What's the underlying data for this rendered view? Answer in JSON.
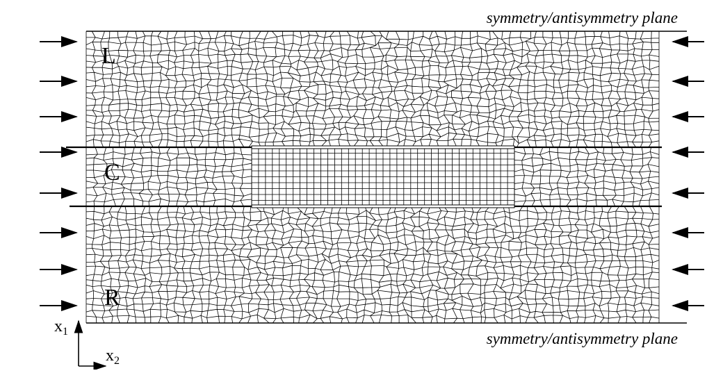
{
  "figure": {
    "plane_label_top": "symmetry/antisymmetry plane",
    "plane_label_bottom": "symmetry/antisymmetry plane",
    "layers": {
      "top": "L",
      "center": "C",
      "bottom": "R"
    },
    "axes": {
      "vertical_symbol": "x",
      "vertical_sub": "1",
      "horizontal_symbol": "x",
      "horizontal_sub": "2"
    },
    "colors": {
      "mesh_line": "#000000",
      "background": "#ffffff"
    },
    "icons": {
      "load_arrow_left": "arrow-right-icon",
      "load_arrow_right": "arrow-left-icon"
    }
  }
}
